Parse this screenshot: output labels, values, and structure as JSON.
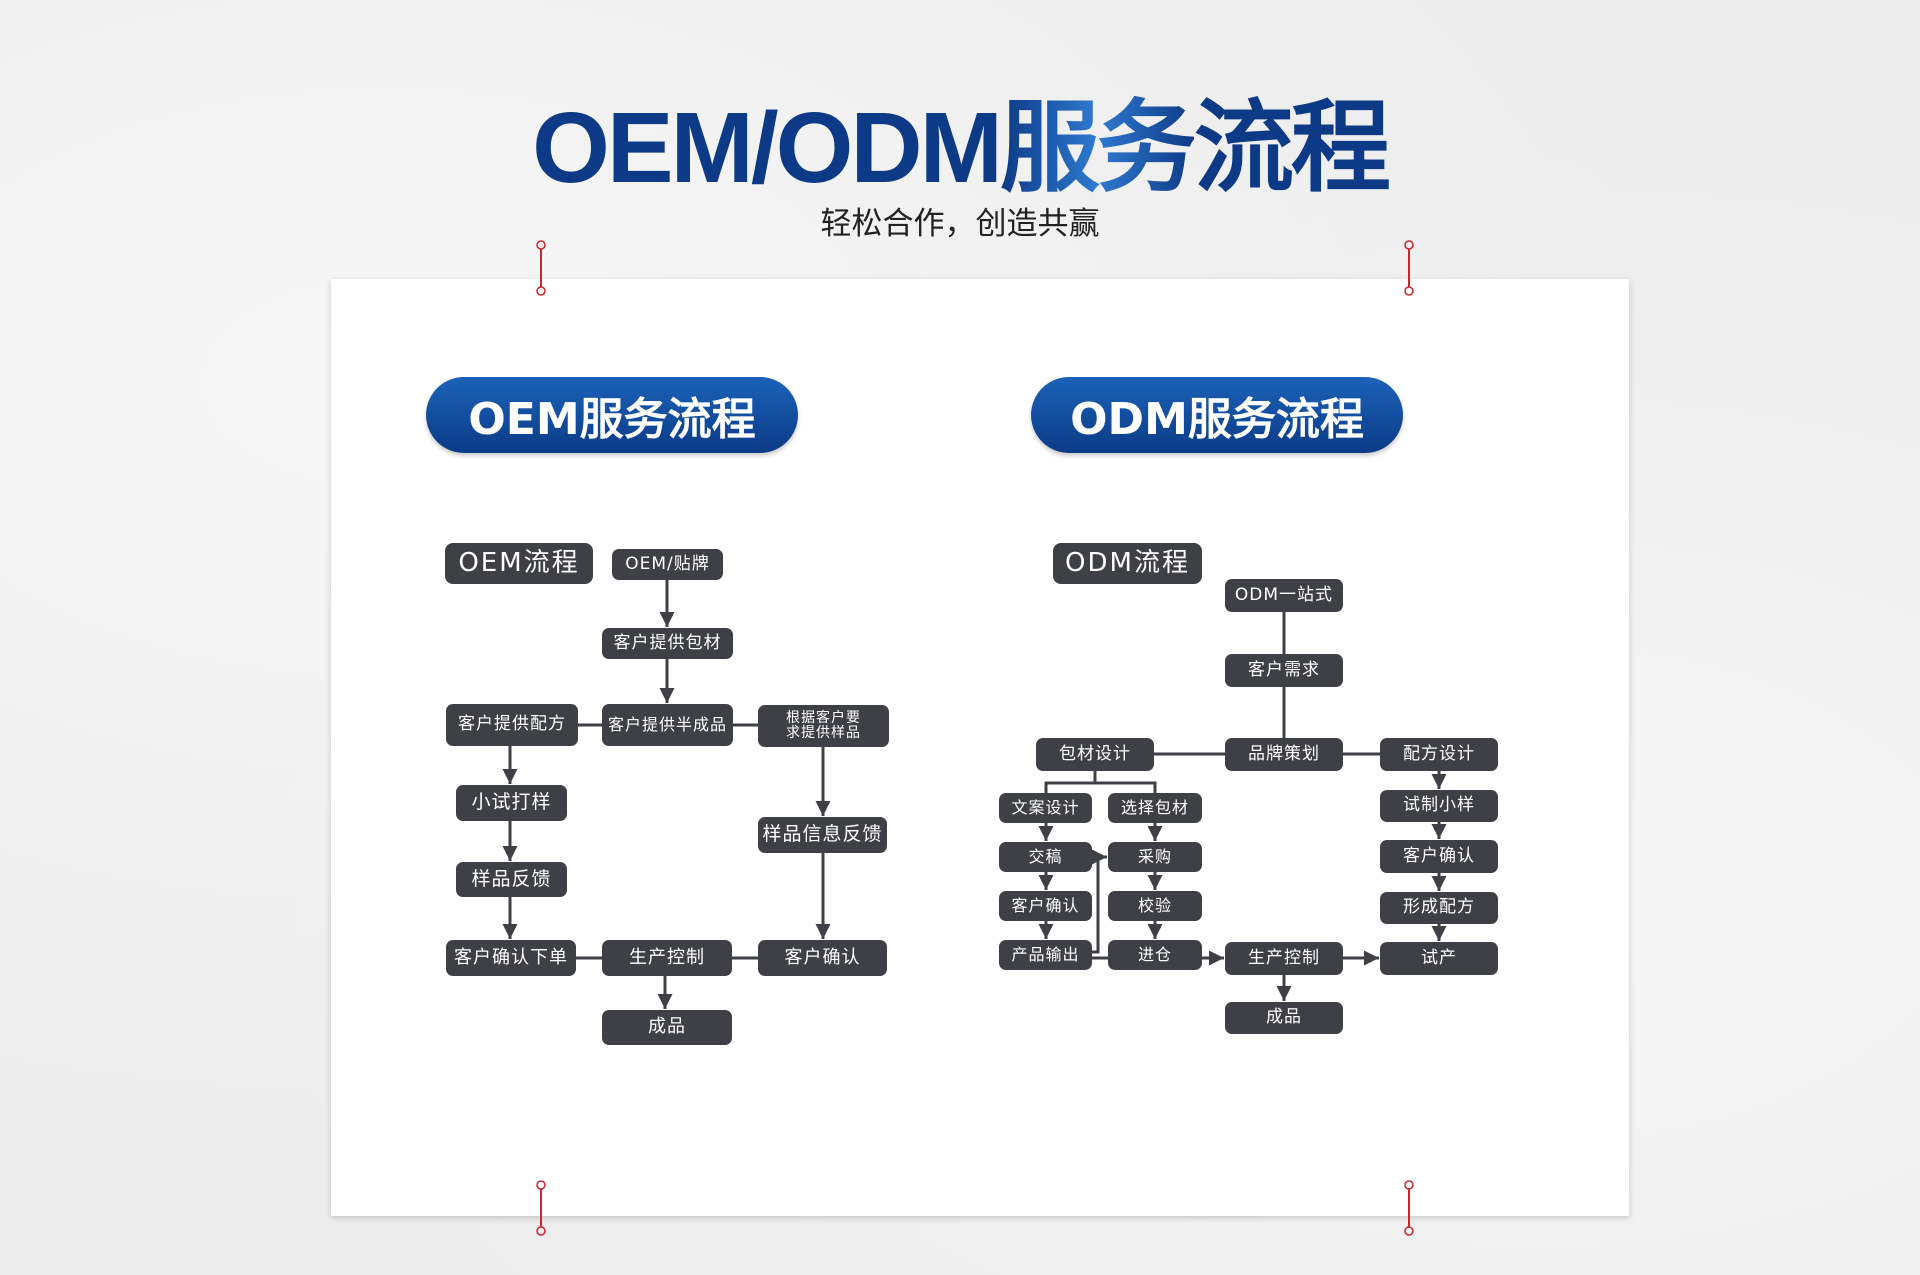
{
  "title": {
    "prefix": "OEM/ODM",
    "highlight": "服务",
    "suffix": "流程"
  },
  "subtitle": "轻松合作，创造共赢",
  "oem": {
    "pill": "OEM服务流程",
    "label": "OEM流程",
    "nodes": {
      "start": "OEM/贴牌",
      "pack": "客户提供包材",
      "formula": "客户提供配方",
      "semi": "客户提供半成品",
      "sample_req": "根据客户要求提供样品",
      "trial": "小试打样",
      "feedback": "样品反馈",
      "sample_info": "样品信息反馈",
      "order": "客户确认下单",
      "production": "生产控制",
      "confirm": "客户确认",
      "finished": "成品"
    }
  },
  "odm": {
    "pill": "ODM服务流程",
    "label": "ODM流程",
    "nodes": {
      "start": "ODM一站式",
      "demand": "客户需求",
      "brand": "品牌策划",
      "pack_design": "包材设计",
      "formula_design": "配方设计",
      "copy": "文案设计",
      "select_pack": "选择包材",
      "submit": "交稿",
      "purchase": "采购",
      "confirm_left": "客户确认",
      "inspect": "校验",
      "output": "产品输出",
      "warehouse": "进仓",
      "production": "生产控制",
      "finished": "成品",
      "trial": "试制小样",
      "confirm_right": "客户确认",
      "formula_done": "形成配方",
      "trial_prod": "试产"
    }
  },
  "colors": {
    "box": "#3f4046",
    "navy": "#0d3a86",
    "pin": "#c8262b"
  }
}
